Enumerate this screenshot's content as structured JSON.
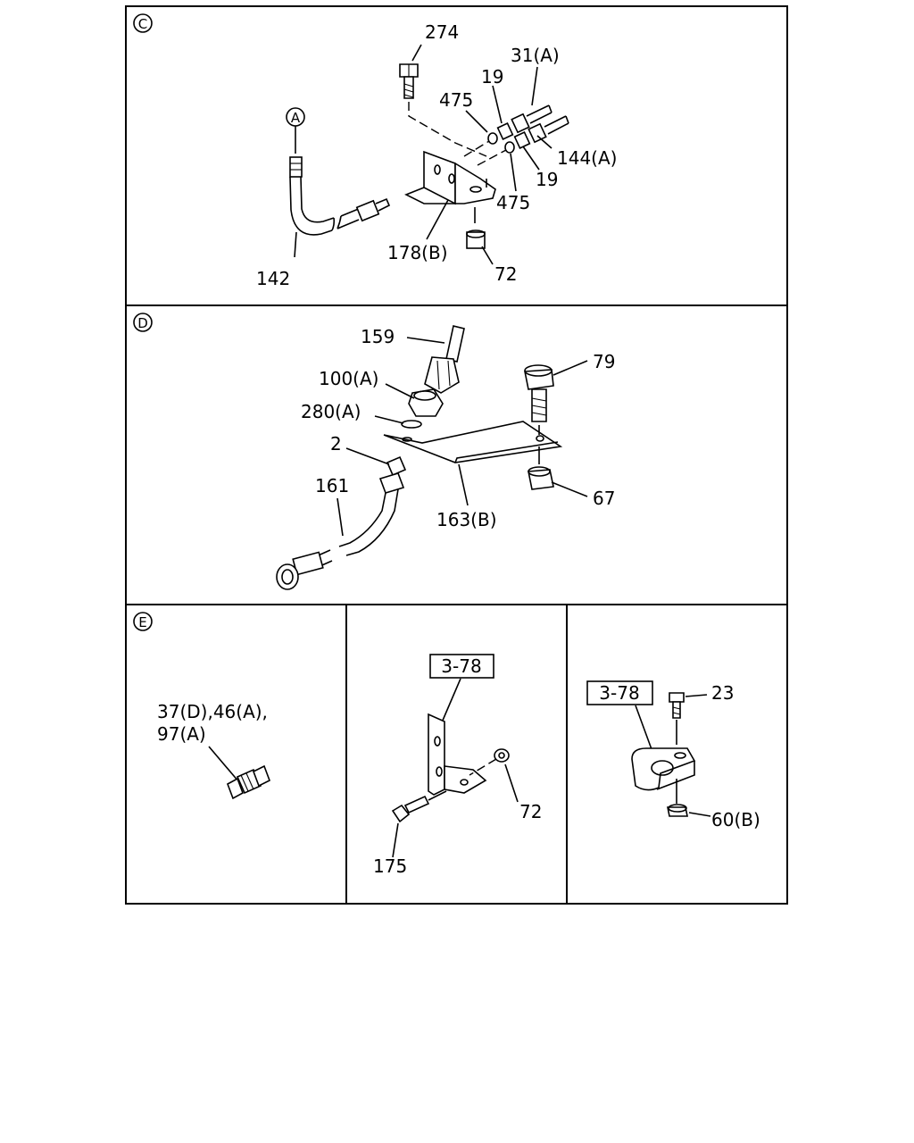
{
  "sections": {
    "c": {
      "letter": "C"
    },
    "d": {
      "letter": "D"
    },
    "e": {
      "letter": "E"
    }
  },
  "callouts": {
    "c": {
      "circle_a": "A",
      "p274": "274",
      "p31a": "31(A)",
      "p19_top": "19",
      "p475_top": "475",
      "p144a": "144(A)",
      "p19_bottom": "19",
      "p475_bottom": "475",
      "p178b": "178(B)",
      "p142": "142",
      "p72": "72"
    },
    "d": {
      "p159": "159",
      "p100a": "100(A)",
      "p280a": "280(A)",
      "p2": "2",
      "p161": "161",
      "p163b": "163(B)",
      "p79": "79",
      "p67": "67"
    },
    "e1": {
      "line1": "37(D),46(A),",
      "line2": "97(A)"
    },
    "e2": {
      "ref": "3-78",
      "p72": "72",
      "p175": "175"
    },
    "e3": {
      "ref": "3-78",
      "p23": "23",
      "p60b": "60(B)"
    }
  }
}
